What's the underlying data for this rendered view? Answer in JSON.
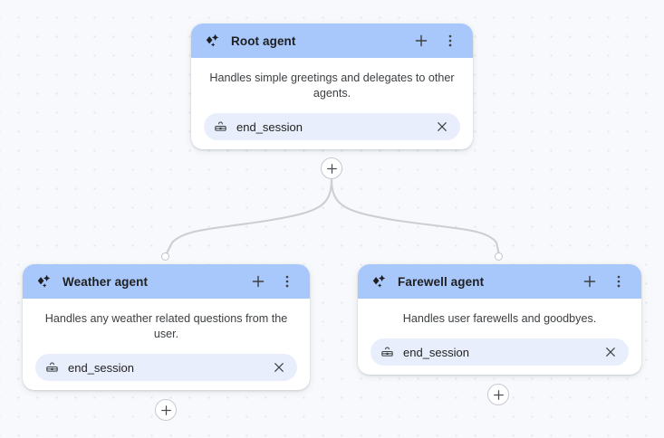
{
  "canvas": {
    "background_color": "#f7f9fc",
    "dot_color": "#e3e6ec",
    "edge_color": "#c9ccd1"
  },
  "theme": {
    "header_blue": "#a8c7fa",
    "chip_blue": "#e8eefb",
    "card_white": "#ffffff",
    "text_dark": "#1f1f1f",
    "text_muted": "#3c4043"
  },
  "nodes": [
    {
      "id": "root",
      "title": "Root agent",
      "description": "Handles simple greetings and delegates to other agents.",
      "icon": "sparkle-agent-icon",
      "add_label": "+",
      "menu_label": "⋮",
      "tools": [
        {
          "name": "end_session",
          "icon": "toolbox-icon",
          "remove_label": "×"
        }
      ]
    },
    {
      "id": "weather",
      "title": "Weather agent",
      "description": "Handles any weather related questions from the user.",
      "icon": "sparkle-agent-icon",
      "add_label": "+",
      "menu_label": "⋮",
      "tools": [
        {
          "name": "end_session",
          "icon": "toolbox-icon",
          "remove_label": "×"
        }
      ]
    },
    {
      "id": "farewell",
      "title": "Farewell agent",
      "description": "Handles user farewells and goodbyes.",
      "icon": "sparkle-agent-icon",
      "add_label": "+",
      "menu_label": "⋮",
      "tools": [
        {
          "name": "end_session",
          "icon": "toolbox-icon",
          "remove_label": "×"
        }
      ]
    }
  ],
  "edges": [
    {
      "from": "root",
      "to": "weather"
    },
    {
      "from": "root",
      "to": "farewell"
    }
  ]
}
